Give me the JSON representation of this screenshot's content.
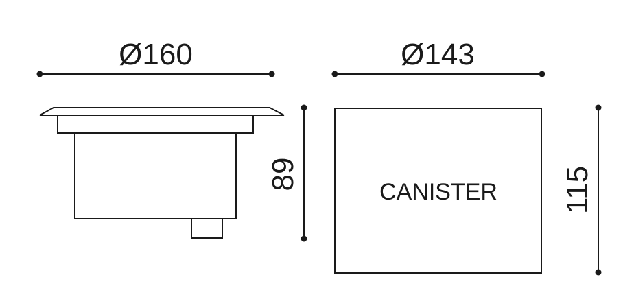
{
  "dimensions": {
    "fixture_diameter": "Ø160",
    "canister_diameter": "Ø143",
    "fixture_height": "89",
    "canister_height": "115"
  },
  "labels": {
    "canister": "CANISTER"
  },
  "colors": {
    "line": "#1a1a1a",
    "background": "#ffffff"
  }
}
